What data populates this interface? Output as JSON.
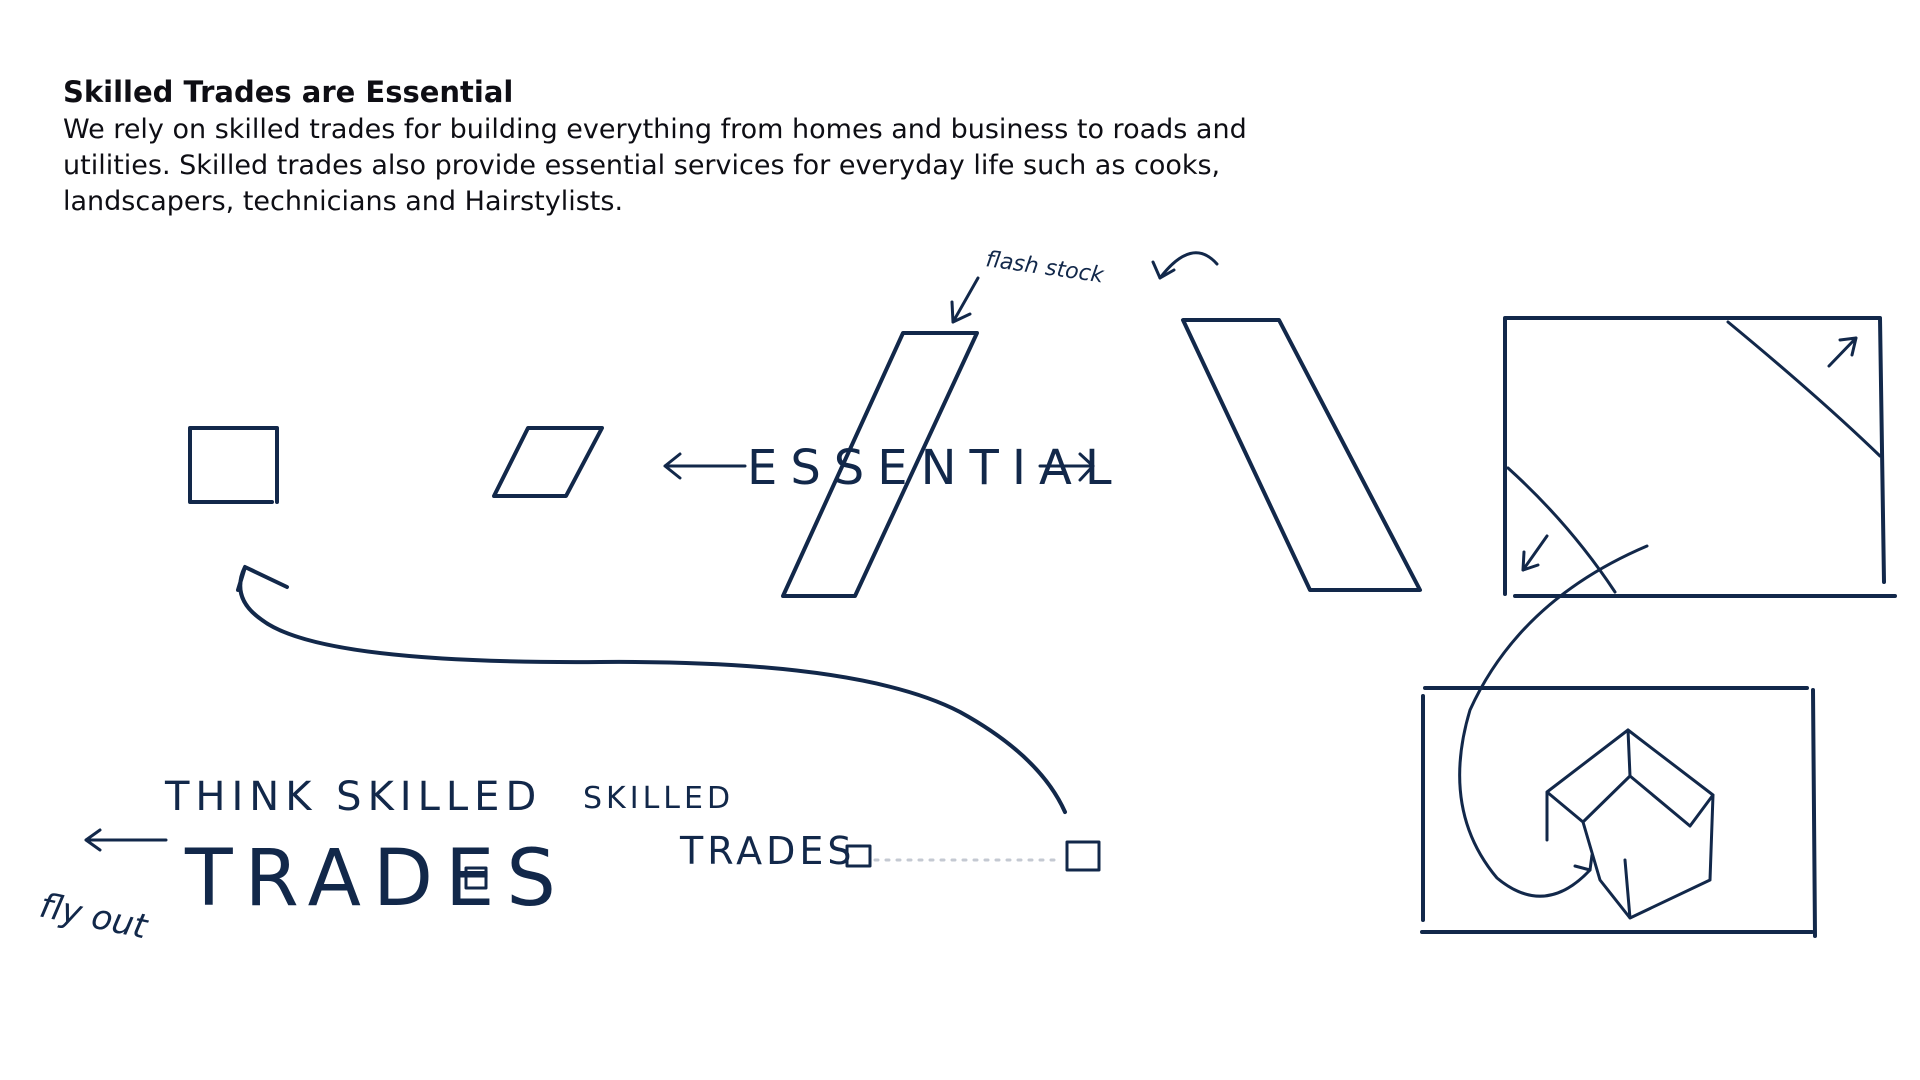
{
  "slide": {
    "title": "Skilled Trades are Essential",
    "body": "We rely on skilled trades for building everything from homes and business to roads and utilities. Skilled trades also provide essential services for everyday life such as cooks, landscapers, technicians and Hairstylists."
  },
  "annotations": {
    "flash_stock": "flash stock",
    "essential": "ESSENTIAL",
    "think_skilled": "THINK SKILLED",
    "trades_large": "TRADES",
    "skilled_small": "SKILLED",
    "trades_small": "TRADES",
    "fly_out": "fly out"
  },
  "colors": {
    "ink": "#12284a",
    "text": "#0e0e14",
    "background": "#ffffff"
  }
}
